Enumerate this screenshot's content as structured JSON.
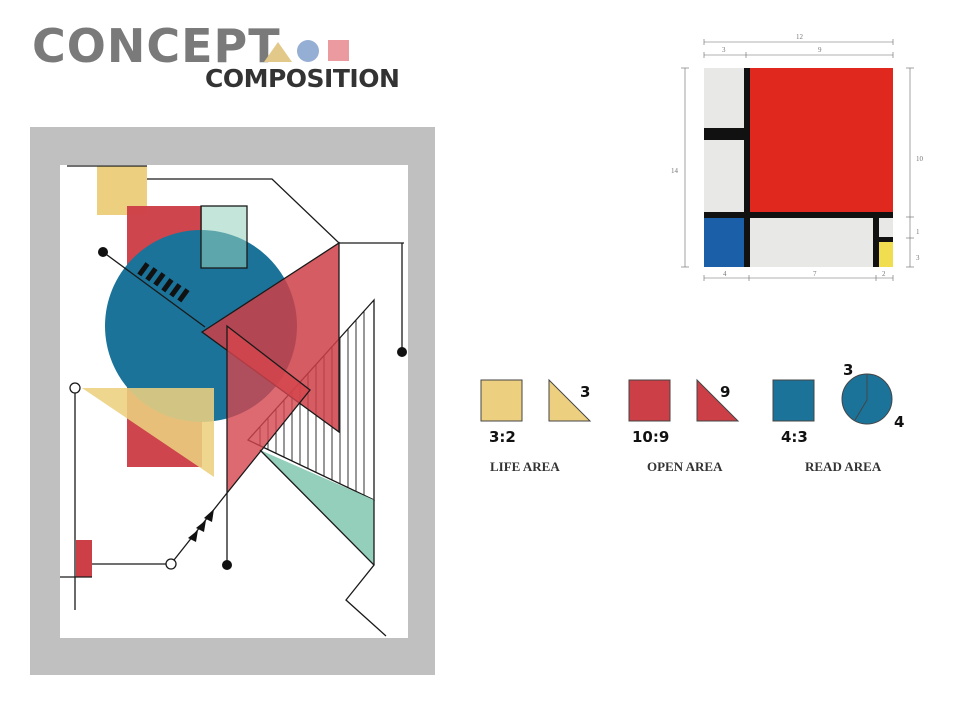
{
  "header": {
    "title": "CONCEPT",
    "subtitle": "COMPOSITION"
  },
  "colors": {
    "yellow": "#ecd080",
    "red": "#cc3f47",
    "blue": "#1b739a",
    "teal": "#93cfba",
    "gray_frame": "#c0c0c0",
    "mondrian_red": "#e0281e",
    "mondrian_blue": "#1a5fa8",
    "mondrian_yellow": "#f0dd50"
  },
  "mondrian": {
    "dims": {
      "total_width": "12",
      "left_top": "3",
      "right_top": "9",
      "height": "14",
      "right_upper": "10",
      "right_mid": "1",
      "right_lower": "3",
      "bottom_left": "4",
      "bottom_mid": "7",
      "bottom_right": "2"
    }
  },
  "legend": {
    "life": {
      "ratio": "3:2",
      "triangle_num": "3",
      "label": "LIFE AREA"
    },
    "open": {
      "ratio": "10:9",
      "triangle_num": "9",
      "label": "OPEN AREA"
    },
    "read": {
      "ratio": "4:3",
      "circle_top": "3",
      "circle_right": "4",
      "label": "READ AREA"
    }
  }
}
